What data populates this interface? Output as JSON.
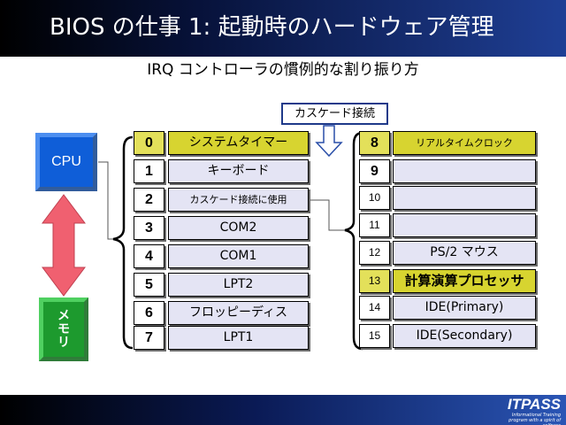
{
  "header": {
    "title": "BIOS の仕事 1: 起動時のハードウェア管理"
  },
  "subtitle": "IRQ コントローラの慣例的な割り振り方",
  "cascade_label": "カスケード接続",
  "cpu_label": "CPU",
  "memory_label": [
    "メ",
    "モ",
    "リ"
  ],
  "logo": {
    "main": "ITPASS",
    "sub": "Informational Training program with a spirit of selfness"
  },
  "master_irqs": [
    {
      "num": "0",
      "label": "システムタイマー"
    },
    {
      "num": "1",
      "label": "キーボード"
    },
    {
      "num": "2",
      "label": "カスケード接続に使用"
    },
    {
      "num": "3",
      "label": "COM2"
    },
    {
      "num": "4",
      "label": "COM1"
    },
    {
      "num": "5",
      "label": "LPT2"
    },
    {
      "num": "6",
      "label": "フロッピーディス"
    },
    {
      "num": "7",
      "label": "LPT1"
    }
  ],
  "slave_irqs": [
    {
      "num": "8",
      "label": "リアルタイムクロック"
    },
    {
      "num": "9",
      "label": ""
    },
    {
      "num": "10",
      "label": ""
    },
    {
      "num": "11",
      "label": ""
    },
    {
      "num": "12",
      "label": "PS/2 マウス"
    },
    {
      "num": "13",
      "label": "計算演算プロセッサ"
    },
    {
      "num": "14",
      "label": "IDE(Primary)"
    },
    {
      "num": "15",
      "label": "IDE(Secondary)"
    }
  ],
  "colors": {
    "highlight": "#d7d430",
    "device_bg": "#e4e4f4",
    "cpu": "#0f5ed8",
    "memory": "#1d9a2e",
    "arrow": "#f06070"
  }
}
